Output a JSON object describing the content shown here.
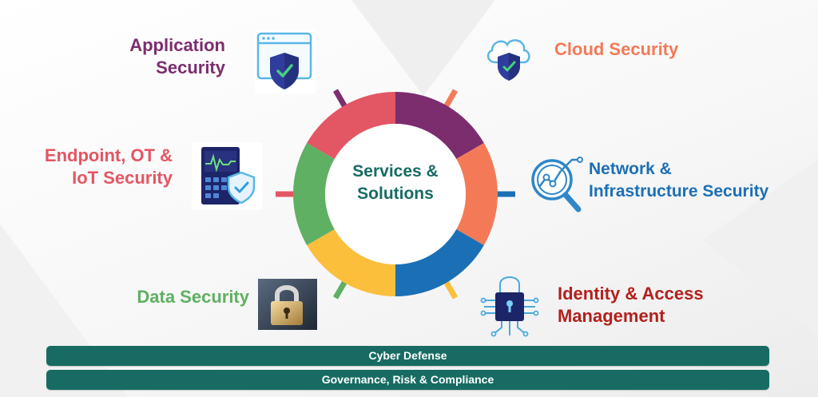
{
  "center": {
    "line1": "Services &",
    "line2": "Solutions",
    "color": "#176b63"
  },
  "segments": [
    {
      "name": "application",
      "color": "#7b2d6e"
    },
    {
      "name": "cloud",
      "color": "#f47a57"
    },
    {
      "name": "network",
      "color": "#1b6fb5"
    },
    {
      "name": "identity",
      "color": "#fbbf3c"
    },
    {
      "name": "data",
      "color": "#5fb063"
    },
    {
      "name": "endpoint",
      "color": "#e35663"
    }
  ],
  "labels": {
    "application": {
      "line1": "Application",
      "line2": "Security",
      "color": "#7b2d6e"
    },
    "cloud": {
      "line1": "Cloud Security",
      "color": "#f47a57"
    },
    "endpoint": {
      "line1": "Endpoint, OT &",
      "line2": "IoT Security",
      "color": "#e35663"
    },
    "network": {
      "line1": "Network &",
      "line2": "Infrastructure Security",
      "color": "#1b6fb5"
    },
    "data": {
      "line1": "Data Security",
      "color": "#5fb063"
    },
    "identity": {
      "line1": "Identity & Access",
      "line2": "Management",
      "color": "#b3201c"
    }
  },
  "icons": {
    "application": "browser-shield-icon",
    "cloud": "cloud-shield-icon",
    "endpoint": "device-shield-icon",
    "network": "magnifier-chart-icon",
    "data": "padlock-icon",
    "identity": "circuit-lock-icon"
  },
  "bars": [
    "Cyber Defense",
    "Governance, Risk & Compliance"
  ]
}
